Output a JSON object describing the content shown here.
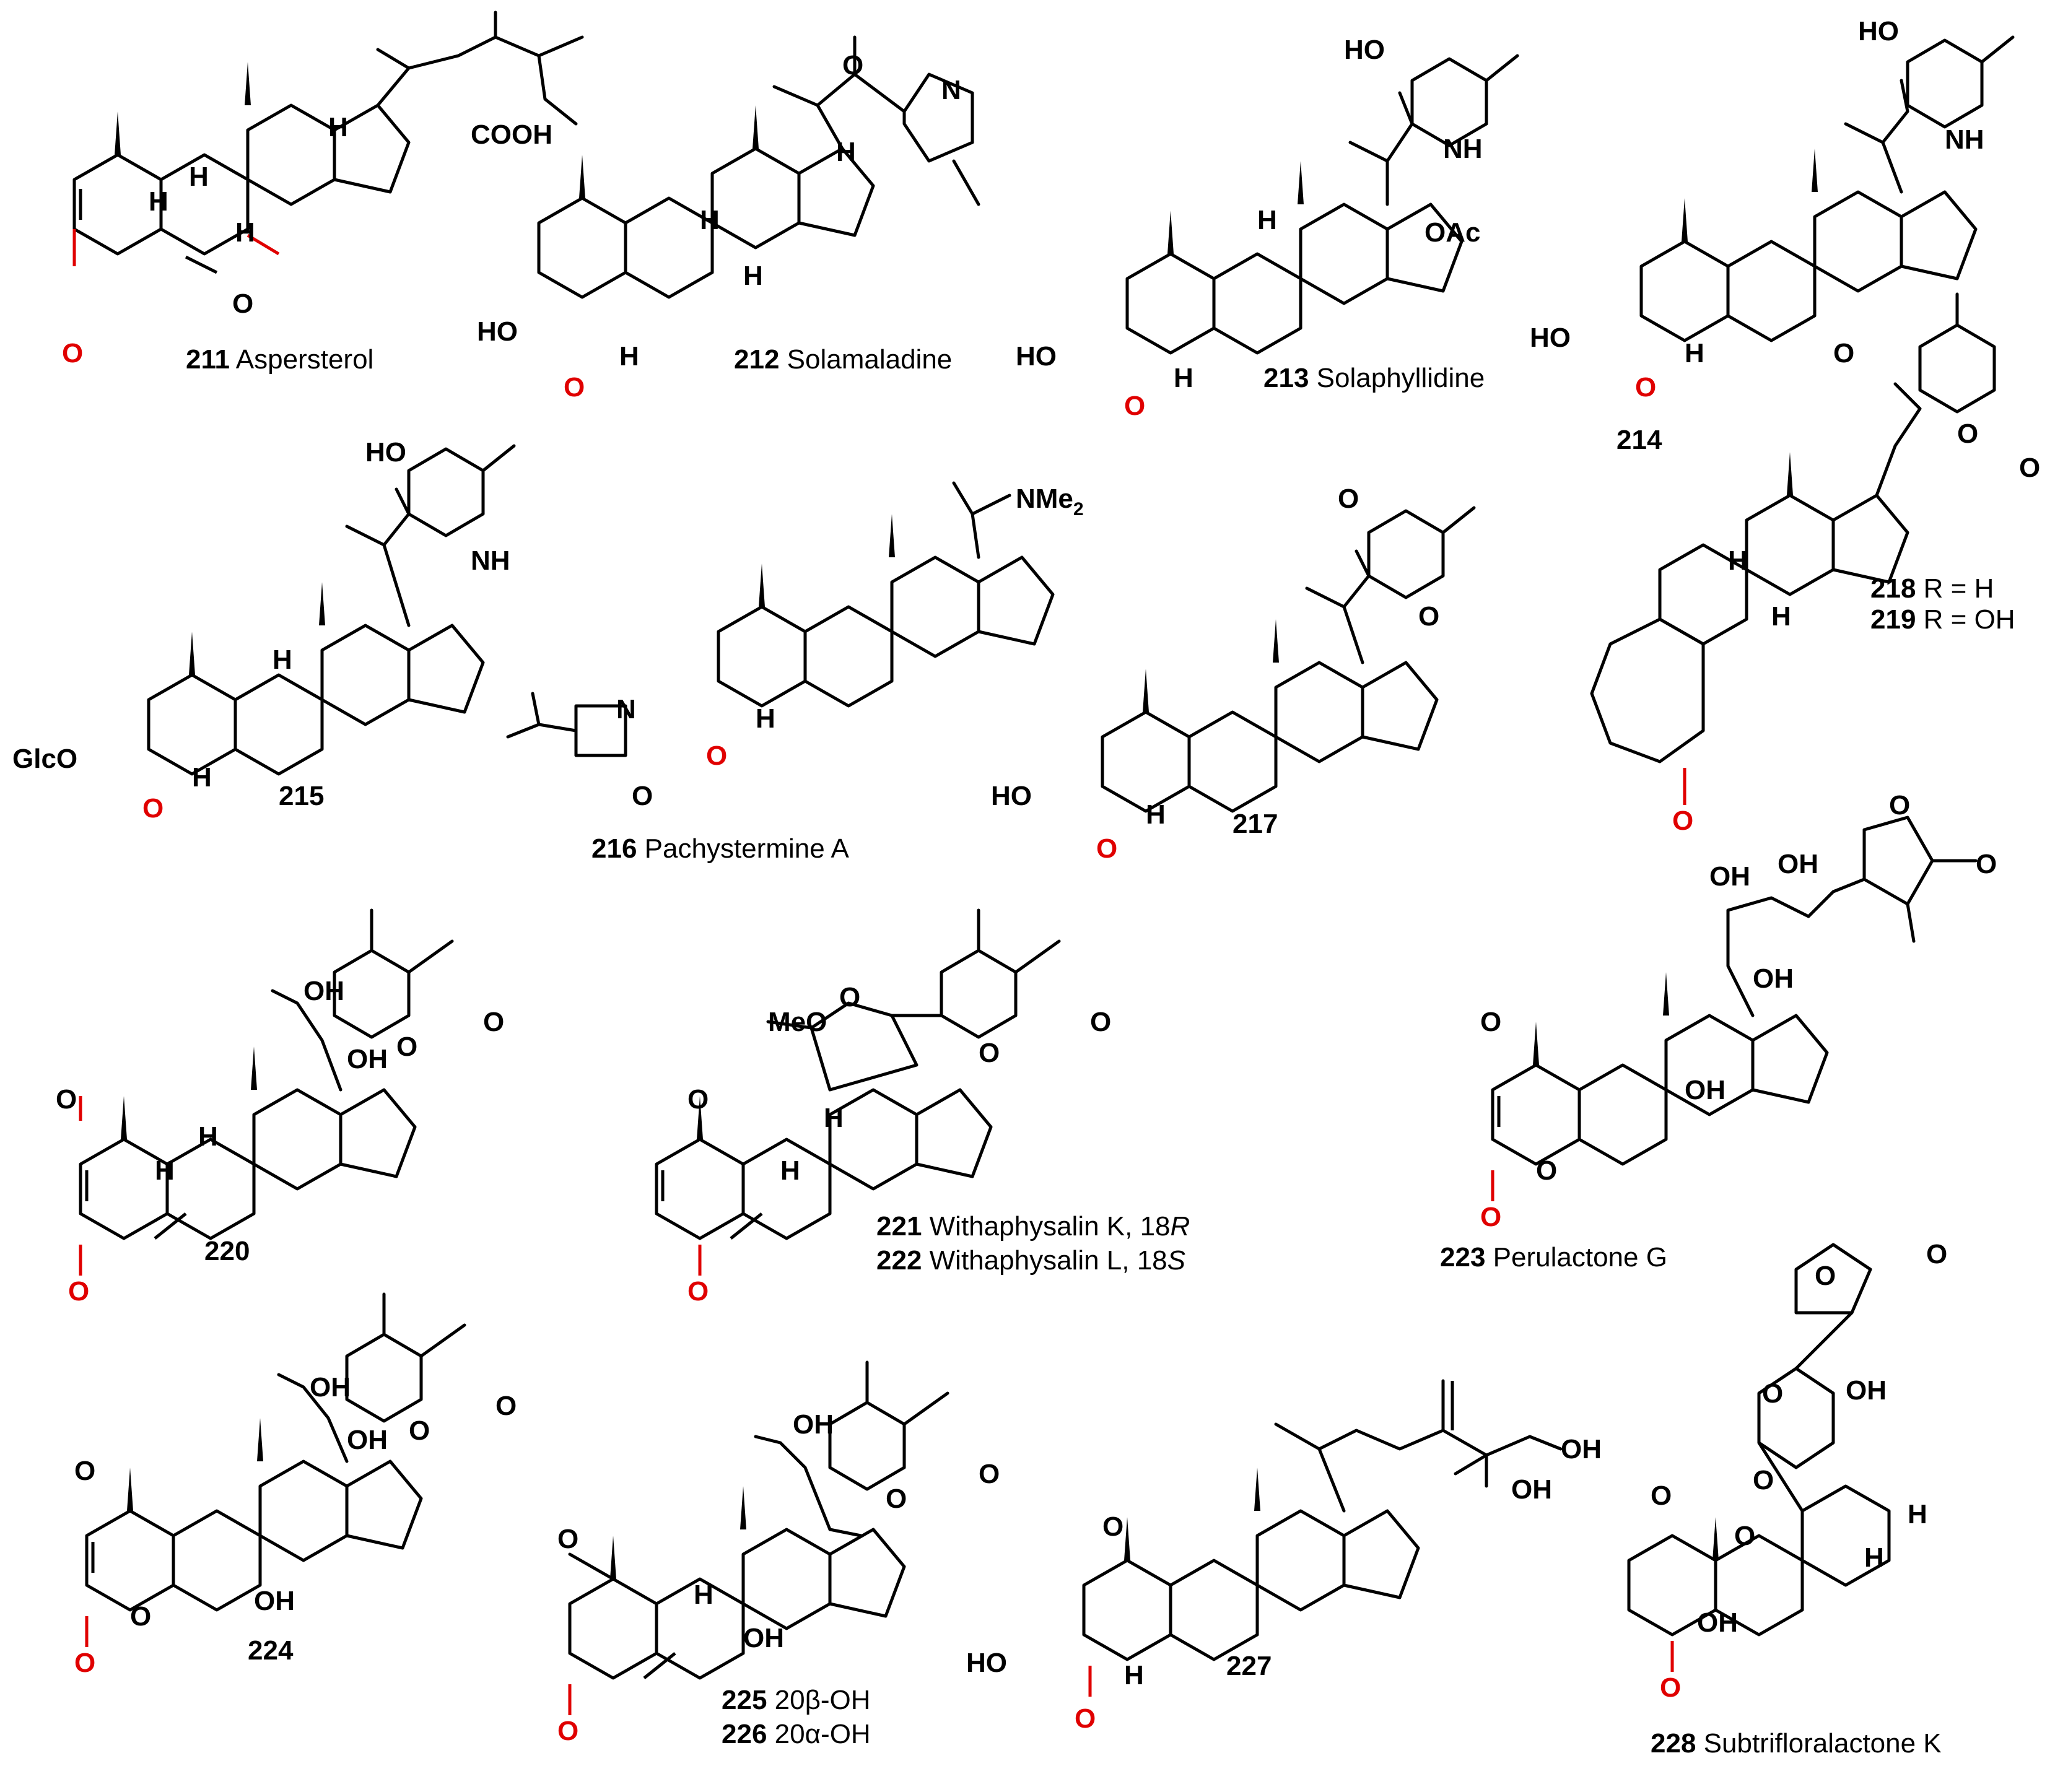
{
  "colors": {
    "bond": "#000000",
    "carbonyl_oxygen": "#e00000",
    "background": "#ffffff"
  },
  "compounds": [
    {
      "num": "211",
      "name": "Aspersterol"
    },
    {
      "num": "212",
      "name": "Solamaladine"
    },
    {
      "num": "213",
      "name": "Solaphyllidine"
    },
    {
      "num": "214",
      "name": ""
    },
    {
      "num": "215",
      "name": ""
    },
    {
      "num": "216",
      "name": "Pachystermine A"
    },
    {
      "num": "217",
      "name": ""
    },
    {
      "num": "218",
      "name": "R = H"
    },
    {
      "num": "219",
      "name": "R = OH"
    },
    {
      "num": "220",
      "name": ""
    },
    {
      "num": "221",
      "name": "Withaphysalin K, 18",
      "suffix": "R"
    },
    {
      "num": "222",
      "name": "Withaphysalin L, 18",
      "suffix": "S"
    },
    {
      "num": "223",
      "name": "Perulactone G"
    },
    {
      "num": "224",
      "name": ""
    },
    {
      "num": "225",
      "name": "20β-OH"
    },
    {
      "num": "226",
      "name": "20α-OH"
    },
    {
      "num": "227",
      "name": ""
    },
    {
      "num": "228",
      "name": "Subtrifloralactone K"
    }
  ],
  "atoms": {
    "H": "H",
    "O": "O",
    "N": "N",
    "HO": "HO",
    "OH": "OH",
    "NH": "NH",
    "COOH": "COOH",
    "OAc": "OAc",
    "GlcO": "GlcO",
    "NMe2": "NMe",
    "sub2": "2",
    "MeO": "MeO"
  }
}
